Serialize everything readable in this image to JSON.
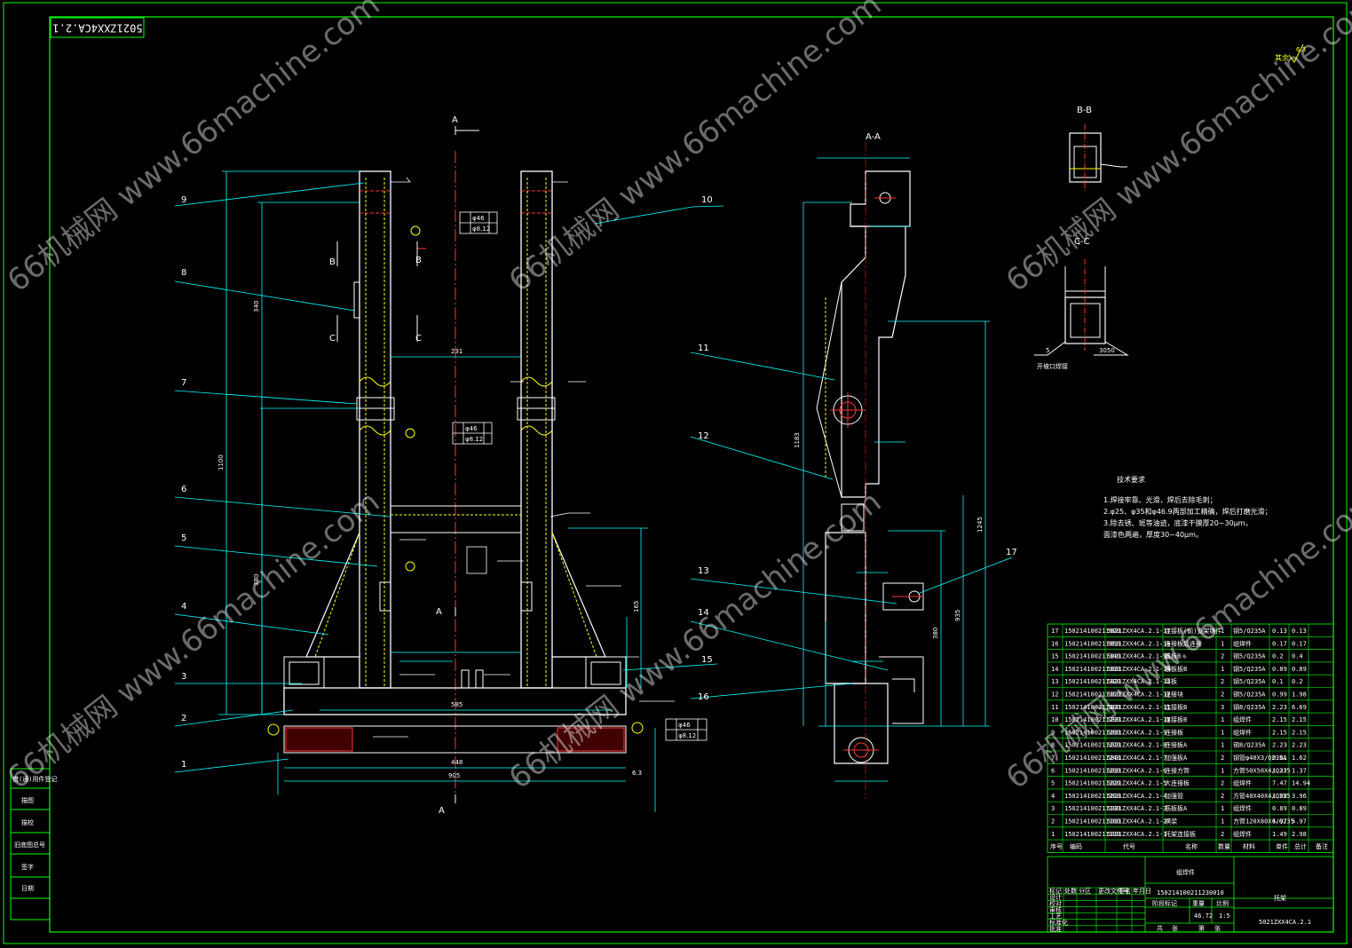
{
  "drawing_number_stamp": "5021ZXX4CA.2.1",
  "sections": {
    "a_a": "A-A",
    "b_b": "B-B",
    "c_c": "C-C"
  },
  "section_marks": {
    "a": "A",
    "b": "B",
    "c": "C"
  },
  "balloons_left": [
    "9",
    "8",
    "7",
    "6",
    "5",
    "4",
    "3",
    "2",
    "1"
  ],
  "balloons_right": [
    "10",
    "11",
    "12",
    "13",
    "14",
    "15",
    "16",
    "17"
  ],
  "tech_requirements": {
    "title": "技术要求",
    "lines": [
      "1.焊接牢靠、光滑，焊后去除毛刺；",
      "2.φ25、φ35和φ46.9两部加工精确，焊后打磨光滑；",
      "3.除去锈、斑等油迹，底漆干膜厚20~30μm，",
      "  面漆色两遍，厚度30~40μm。"
    ]
  },
  "dims": {
    "d1": "231",
    "d2": "905",
    "d3": "448",
    "d4": "585",
    "d5": "340",
    "d6": "1100",
    "d7": "1183",
    "d8": "380",
    "d9": "935",
    "d10": "165",
    "d11": "1245",
    "d12": "6.3",
    "d13": "φ46",
    "d14": "φ8.12",
    "d15": "5",
    "d16": "3050"
  },
  "weld_notes": {
    "open_weld": "开坡口焊接",
    "symbol": "3050"
  },
  "roughness": {
    "label": "其余",
    "value": "6.3"
  },
  "bom": {
    "rows": [
      [
        "17",
        "150214100211920",
        "5021ZXX4CA.2.1-17",
        "连接板(前)支架铸件",
        "1",
        "钢5/Q235A",
        "0.13",
        "0.13"
      ],
      [
        "16",
        "150214100211950",
        "5021ZXX4CA.2.1-16",
        "连接板后连接",
        "1",
        "组焊件",
        "0.17",
        "0.17"
      ],
      [
        "15",
        "150214100211340",
        "5021ZXX4CA.2.1-15",
        "筋板B",
        "2",
        "钢5/Q235A",
        "0.2",
        "0.4"
      ],
      [
        "14",
        "150214100211330",
        "5021ZXX4CA.2.1-14",
        "筋板板B",
        "1",
        "钢5/Q235A",
        "0.89",
        "0.89"
      ],
      [
        "13",
        "150214100211320",
        "5021ZXX4CA.2.1-13",
        "耳板",
        "2",
        "钢5/Q235A",
        "0.1",
        "0.2"
      ],
      [
        "12",
        "150214100211310",
        "5021ZXX4CA.2.1-12",
        "连接块",
        "2",
        "钢5/Q235A",
        "0.99",
        "1.98"
      ],
      [
        "11",
        "150214100211300",
        "5021ZXX4CA.2.1-11",
        "连接板B",
        "3",
        "钢8/Q235A",
        "2.23",
        "6.69"
      ],
      [
        "10",
        "150214100211290",
        "5021ZXX4CA.2.1-10",
        "连接板B",
        "1",
        "组焊件",
        "2.15",
        "2.15"
      ],
      [
        "9",
        "150214100211280",
        "5021ZXX4CA.2.1-9",
        "连接板",
        "1",
        "组焊件",
        "2.15",
        "2.15"
      ],
      [
        "8",
        "150214100211270",
        "5021ZXX4CA.2.1-8",
        "连接板A",
        "1",
        "钢8/Q235A",
        "2.23",
        "2.23"
      ],
      [
        "7",
        "150214100211240",
        "5021ZXX4CA.2.1-7",
        "加强板A",
        "2",
        "钢管φ40X3/Q235A",
        "0.81",
        "1.62"
      ],
      [
        "6",
        "150214100211230",
        "5021ZXX4CA.2.1-6",
        "连接方管",
        "1",
        "方管50X50X4/Q235",
        "1.37",
        "1.37"
      ],
      [
        "5",
        "150214100211220",
        "5021ZXX4CA.2.1-5",
        "大连接板",
        "2",
        "组焊件",
        "7.47",
        "14.94"
      ],
      [
        "4",
        "150214100211210",
        "5021ZXX4CA.2.1-4",
        "加强管",
        "2",
        "方管40X40X4/Q235",
        "1.98",
        "3.96"
      ],
      [
        "3",
        "150214100211190",
        "5021ZXX4CA.2.1-3",
        "筋板板A",
        "1",
        "组焊件",
        "0.89",
        "0.89"
      ],
      [
        "2",
        "150214100211180",
        "5021ZXX4CA.2.1-2",
        "横梁",
        "1",
        "方管120X80X4/Q235",
        "5.97",
        "5.97"
      ],
      [
        "1",
        "150214100211170",
        "5021ZXX4CA.2.1-1",
        "托架连接板",
        "2",
        "组焊件",
        "1.49",
        "2.98"
      ]
    ],
    "header": [
      "序号",
      "编码",
      "代号",
      "名称",
      "数量",
      "材料",
      "单件",
      "总计",
      "备注"
    ]
  },
  "title_block": {
    "product_type": "组焊件",
    "code": "150214100211230010",
    "name": "托架",
    "drawing_no": "5021ZXX4CA.2.1",
    "weight": "46.72",
    "scale": "1:5",
    "sheet_labels": [
      "标记",
      "处数",
      "分区",
      "更改文件号",
      "签名",
      "年月日"
    ],
    "roles": [
      "设计",
      "校对",
      "审核",
      "工艺",
      "标准化",
      "批准"
    ],
    "mid_labels": [
      "阶段标记",
      "重量",
      "比例"
    ],
    "sheet_text": [
      "共",
      "张",
      "第",
      "张"
    ]
  },
  "left_stamp": [
    "借(通)用件登记",
    "描图",
    "描校",
    "旧底图总号",
    "签字",
    "日期"
  ],
  "watermarks": [
    "66机械网 www.66machine.com"
  ],
  "colors": {
    "frame": "#00ff00",
    "outline": "#ffffff",
    "dimension": "#00ffff",
    "center": "#ff3333",
    "hidden": "#ffff00",
    "section_fill": "#ff0000"
  }
}
